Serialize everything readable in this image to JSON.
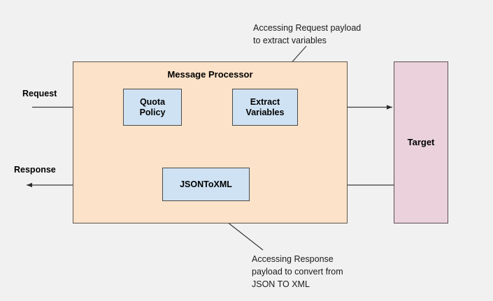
{
  "diagram": {
    "background_color": "#f1f1f1",
    "title_text": "Message Processor",
    "nodes": {
      "message_processor": {
        "label": "Message Processor",
        "fill": "#fbe2c8",
        "stroke": "#62554c"
      },
      "quota_policy": {
        "label": "Quota Policy",
        "line1": "Quota",
        "line2": "Policy",
        "fill": "#cfe2f3",
        "stroke": "#4a4a4a"
      },
      "extract_variables": {
        "label": "Extract Variables",
        "line1": "Extract",
        "line2": "Variables",
        "fill": "#cfe2f3",
        "stroke": "#4a4a4a"
      },
      "json_to_xml": {
        "label": "JSONToXML",
        "fill": "#cfe2f3",
        "stroke": "#4a4a4a"
      },
      "target": {
        "label": "Target",
        "fill": "#ead1dc",
        "stroke": "#5d4f52"
      }
    },
    "edge_labels": {
      "request": "Request",
      "response": "Response"
    },
    "annotations": {
      "top": {
        "line1": "Accessing Request payload",
        "line2": "to extract variables"
      },
      "bottom": {
        "line1": "Accessing Response",
        "line2": "payload to convert from",
        "line3": "JSON TO XML"
      }
    },
    "flows": [
      {
        "name": "request-inbound",
        "from": "Request",
        "to": "Quota Policy",
        "direction": "right"
      },
      {
        "name": "quota-to-extract",
        "from": "Quota Policy",
        "to": "Extract Variables",
        "direction": "right"
      },
      {
        "name": "extract-to-target",
        "from": "Extract Variables",
        "to": "Target",
        "direction": "right"
      },
      {
        "name": "target-to-jsontoxml",
        "from": "Target",
        "to": "JSONToXML",
        "direction": "left"
      },
      {
        "name": "jsontoxml-to-response",
        "from": "JSONToXML",
        "to": "Response",
        "direction": "left"
      }
    ]
  }
}
